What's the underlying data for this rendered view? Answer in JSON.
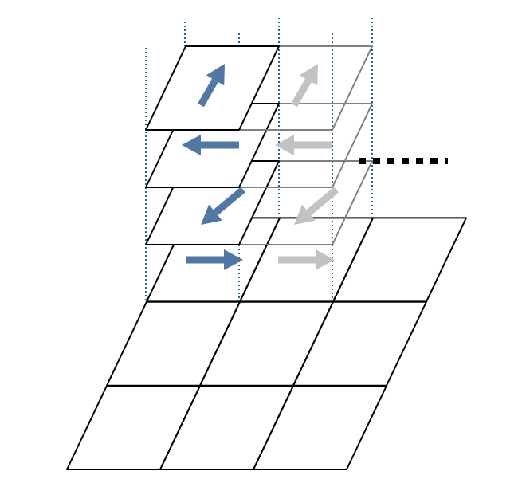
{
  "colors": {
    "grid": "#000000",
    "ghost_grid": "#808080",
    "active_arrow": "#4f79a4",
    "ghost_arrow": "#c2c2c2",
    "guide_line": "#1f6a8a"
  },
  "layers": [
    {
      "arrow": "up-right"
    },
    {
      "arrow": "left"
    },
    {
      "arrow": "down-left"
    },
    {
      "arrow": "right"
    }
  ]
}
